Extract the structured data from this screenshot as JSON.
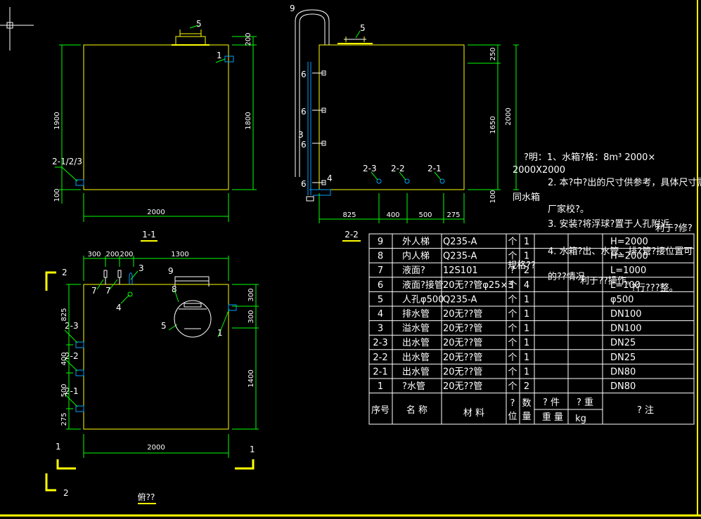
{
  "colors": {
    "background": "#000000",
    "outline": "#ffff00",
    "dimension": "#00ff00",
    "text": "#ffffff",
    "table_line": "#ffffff",
    "pipe": "#00a0ff",
    "leader": "#00ff00",
    "border": "#ffff00"
  },
  "view11": {
    "title": "1-1",
    "dims": {
      "top": "200",
      "total_h": "1900",
      "inner_h": "1800",
      "bottom": "100",
      "width": "2000"
    },
    "labels": {
      "item5": "5",
      "item1": "1",
      "outlets": "2-1/2/3"
    }
  },
  "view22": {
    "title": "2-2",
    "dims": {
      "top": "250",
      "height": "2000",
      "inner": "1650",
      "bottom": "100",
      "w1": "825",
      "w2": "400",
      "w3": "500",
      "w4": "275"
    },
    "labels": {
      "item9": "9",
      "item5": "5",
      "item6a": "6",
      "item6b": "6",
      "item6c": "6",
      "item6d": "6",
      "item3": "3",
      "item4": "4",
      "o23": "2-3",
      "o22": "2-2",
      "o21": "2-1"
    }
  },
  "plan": {
    "title": "俯??",
    "dims": {
      "t1": "300",
      "t2": "200",
      "t3": "200",
      "t4": "1300",
      "r1": "300",
      "r2": "300",
      "r3": "1400",
      "l1": "825",
      "l2": "400",
      "l3": "500",
      "l4": "275",
      "bottom": "2000"
    },
    "labels": {
      "n7a": "7",
      "n7b": "7",
      "n3": "3",
      "n9": "9",
      "n8": "8",
      "n4": "4",
      "n5": "5",
      "n1": "1",
      "o23": "2-3",
      "o22": "2-2",
      "o21": "2-1",
      "sec2top": "2",
      "sec2bot": "2",
      "sec1left": "1",
      "sec1right": "1"
    }
  },
  "notes": {
    "line1": "?明：1、水箱?格：8m³ 2000×",
    "line2": "2000X2000",
    "line3": "2. 本?中?出的尺寸供参考，具体尺寸需",
    "line3b": "同水箱",
    "line4": "厂家校?。",
    "line5": "3. 安装?将浮球?置于人孔附近",
    "line5b": "利于?修?",
    "line6": "4. 水箱?出、水管、排?管?接位置可",
    "line7": "的??情况",
    "line7b": "利于??操作。",
    "line7c": "?行???整。"
  },
  "table": {
    "rows": [
      {
        "no": "9",
        "name": "外人梯",
        "mat": "Q235-A",
        "unit": "个",
        "qty": "1",
        "wt": "",
        "note": "H=2000"
      },
      {
        "no": "8",
        "name": "内人梯",
        "mat": "Q235-A",
        "unit": "个",
        "qty": "1",
        "wt": "",
        "note": "H=2000"
      },
      {
        "no": "7",
        "name": "液面?",
        "mat": "12S101",
        "unit": "?",
        "qty": "2",
        "wt": "",
        "note": "L=1000"
      },
      {
        "no": "6",
        "name": "液面?接管",
        "mat": "20无??管φ25×3",
        "unit": "个",
        "qty": "4",
        "wt": "",
        "note": "L=100"
      },
      {
        "no": "5",
        "name": "人孔φ500",
        "mat": "Q235-A",
        "unit": "个",
        "qty": "1",
        "wt": "",
        "note": "φ500"
      },
      {
        "no": "4",
        "name": "排水管",
        "mat": "20无??管",
        "unit": "个",
        "qty": "1",
        "wt": "",
        "note": "DN100"
      },
      {
        "no": "3",
        "name": "溢水管",
        "mat": "20无??管",
        "unit": "个",
        "qty": "1",
        "wt": "",
        "note": "DN100"
      },
      {
        "no": "2-3",
        "name": "出水管",
        "mat": "20无??管",
        "unit": "个",
        "qty": "1",
        "wt": "",
        "note": "DN25"
      },
      {
        "no": "2-2",
        "name": "出水管",
        "mat": "20无??管",
        "unit": "个",
        "qty": "1",
        "wt": "",
        "note": "DN25"
      },
      {
        "no": "2-1",
        "name": "出水管",
        "mat": "20无??管",
        "unit": "个",
        "qty": "1",
        "wt": "",
        "note": "DN80"
      },
      {
        "no": "1",
        "name": "?水管",
        "mat": "20无??管",
        "unit": "个",
        "qty": "2",
        "wt": "",
        "note": "DN80"
      }
    ],
    "header": {
      "no": "序号",
      "name": "名  称",
      "mat": "材    料",
      "unit1": "?",
      "unit2": "位",
      "qty1": "数",
      "qty2": "量",
      "wt1": "? 件",
      "wt2": "? 重",
      "wt3": "重 量",
      "wt4": "kg",
      "note": "?    注"
    },
    "overlay": {
      "spec": "规格??"
    }
  }
}
